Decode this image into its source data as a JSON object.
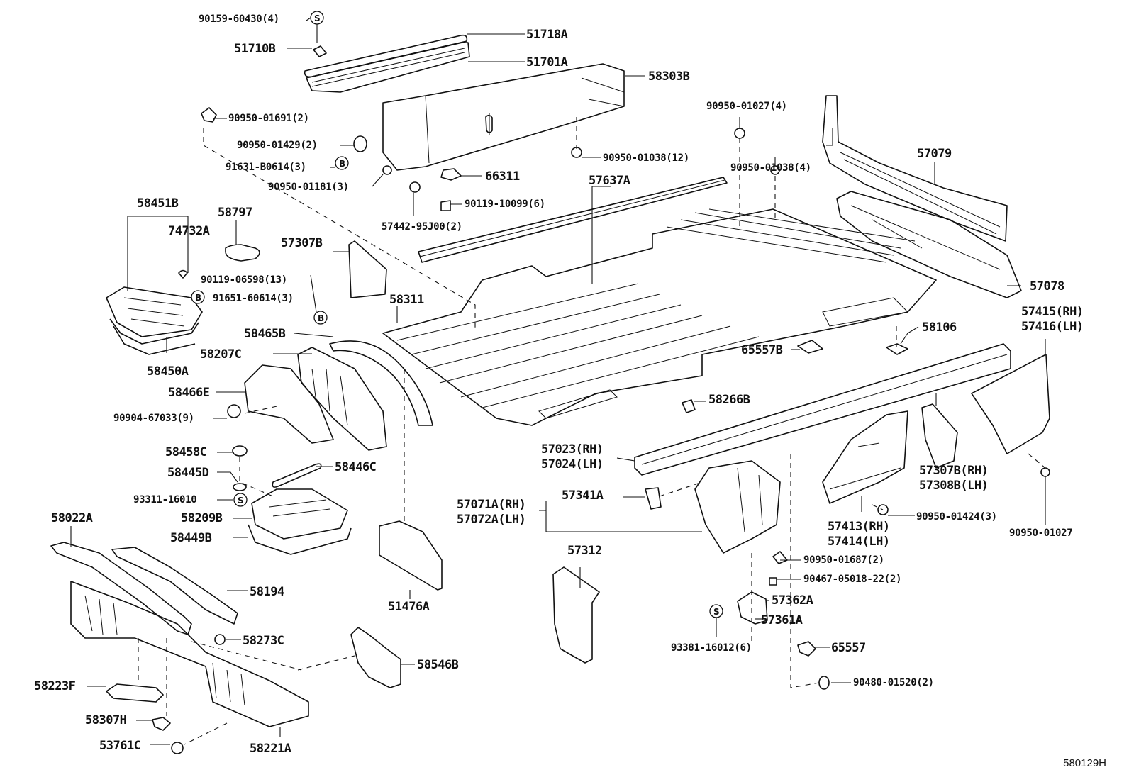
{
  "diagram": {
    "title": "Floor pan & lower back panel parts diagram",
    "reference_code": "580129H",
    "symbols": {
      "S": "S",
      "B": "B"
    },
    "labels": [
      {
        "id": "p1",
        "text": "90159-60430(4)"
      },
      {
        "id": "p2",
        "text": "51718A"
      },
      {
        "id": "p3",
        "text": "51710B"
      },
      {
        "id": "p4",
        "text": "51701A"
      },
      {
        "id": "p5",
        "text": "58303B"
      },
      {
        "id": "p6",
        "text": "90950-01691(2)"
      },
      {
        "id": "p7",
        "text": "90950-01429(2)"
      },
      {
        "id": "p8",
        "text": "91631-B0614(3)"
      },
      {
        "id": "p9",
        "text": "90950-01181(3)"
      },
      {
        "id": "p10",
        "text": "66311"
      },
      {
        "id": "p11",
        "text": "90119-10099(6)"
      },
      {
        "id": "p12",
        "text": "57442-95J00(2)"
      },
      {
        "id": "p13",
        "text": "90950-01038(12)"
      },
      {
        "id": "p14",
        "text": "90950-01027(4)"
      },
      {
        "id": "p15",
        "text": "90950-01038(4)"
      },
      {
        "id": "p16",
        "text": "57079"
      },
      {
        "id": "p17",
        "text": "57637A"
      },
      {
        "id": "p18",
        "text": "58451B"
      },
      {
        "id": "p19",
        "text": "58797"
      },
      {
        "id": "p20",
        "text": "74732A"
      },
      {
        "id": "p21",
        "text": "57307B"
      },
      {
        "id": "p22",
        "text": "90119-06598(13)"
      },
      {
        "id": "p23",
        "text": "91651-60614(3)"
      },
      {
        "id": "p24",
        "text": "58311"
      },
      {
        "id": "p25",
        "text": "57078"
      },
      {
        "id": "p26",
        "text": "57415(RH)\n57416(LH)"
      },
      {
        "id": "p27",
        "text": "58106"
      },
      {
        "id": "p28",
        "text": "65557B"
      },
      {
        "id": "p29",
        "text": "58450A"
      },
      {
        "id": "p30",
        "text": "58465B"
      },
      {
        "id": "p31",
        "text": "58207C"
      },
      {
        "id": "p32",
        "text": "58466E"
      },
      {
        "id": "p33",
        "text": "90904-67033(9)"
      },
      {
        "id": "p34",
        "text": "58266B"
      },
      {
        "id": "p35",
        "text": "58458C"
      },
      {
        "id": "p36",
        "text": "58445D"
      },
      {
        "id": "p37",
        "text": "58446C"
      },
      {
        "id": "p38",
        "text": "93311-16010"
      },
      {
        "id": "p39",
        "text": "58209B"
      },
      {
        "id": "p40",
        "text": "58449B"
      },
      {
        "id": "p41",
        "text": "57023(RH)\n57024(LH)"
      },
      {
        "id": "p42",
        "text": "57341A"
      },
      {
        "id": "p43",
        "text": "57071A(RH)\n57072A(LH)"
      },
      {
        "id": "p44",
        "text": "57307B(RH)\n57308B(LH)"
      },
      {
        "id": "p45",
        "text": "90950-01424(3)"
      },
      {
        "id": "p46",
        "text": "57413(RH)\n57414(LH)"
      },
      {
        "id": "p47",
        "text": "90950-01027"
      },
      {
        "id": "p48",
        "text": "58022A"
      },
      {
        "id": "p49",
        "text": "57312"
      },
      {
        "id": "p50",
        "text": "90950-01687(2)"
      },
      {
        "id": "p51",
        "text": "90467-05018-22(2)"
      },
      {
        "id": "p52",
        "text": "58194"
      },
      {
        "id": "p53",
        "text": "51476A"
      },
      {
        "id": "p54",
        "text": "57362A"
      },
      {
        "id": "p55",
        "text": "57361A"
      },
      {
        "id": "p56",
        "text": "58273C"
      },
      {
        "id": "p57",
        "text": "93381-16012(6)"
      },
      {
        "id": "p58",
        "text": "65557"
      },
      {
        "id": "p59",
        "text": "58546B"
      },
      {
        "id": "p60",
        "text": "58223F"
      },
      {
        "id": "p61",
        "text": "90480-01520(2)"
      },
      {
        "id": "p62",
        "text": "58307H"
      },
      {
        "id": "p63",
        "text": "53761C"
      },
      {
        "id": "p64",
        "text": "58221A"
      }
    ]
  }
}
